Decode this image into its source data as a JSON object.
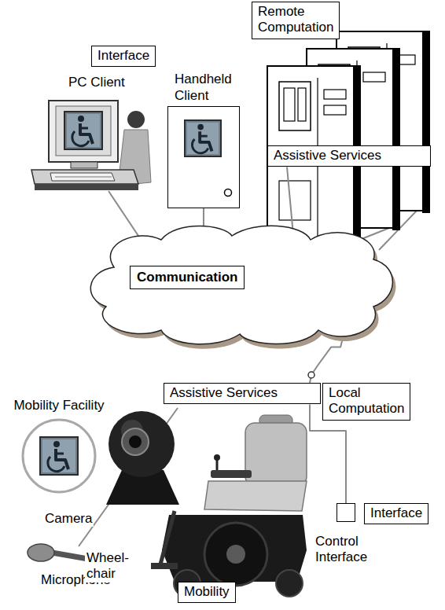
{
  "diagram": {
    "nodes": [
      {
        "text": [
          "Interface"
        ]
      },
      {
        "text": [
          "Handheld Client"
        ]
      },
      {
        "text": [
          "Remote Computation"
        ]
      },
      {
        "text": [
          "Assistive Services"
        ]
      },
      {
        "text": [
          "Communication"
        ]
      },
      {
        "text": [
          "Mobility Facility"
        ]
      },
      {
        "text": [
          "Assistive Services"
        ]
      },
      {
        "text": [
          "Local Computation"
        ]
      },
      {
        "text": [
          "Control Interface"
        ]
      },
      {
        "text": [
          "Interface"
        ]
      },
      {
        "text": [
          "Mobility"
        ]
      }
    ],
    "edges": [
      {
        "from": 1,
        "to": 4,
        "arrow": "none"
      },
      {
        "from": 3,
        "to": 4,
        "arrow": "none"
      },
      {
        "from": 4,
        "to": 6,
        "arrow": "none"
      },
      {
        "from": 6,
        "to": 8,
        "arrow": "none"
      }
    ],
    "labels": [
      "PC Client",
      "Camera",
      "Microphone",
      "Wheel- chair"
    ]
  }
}
